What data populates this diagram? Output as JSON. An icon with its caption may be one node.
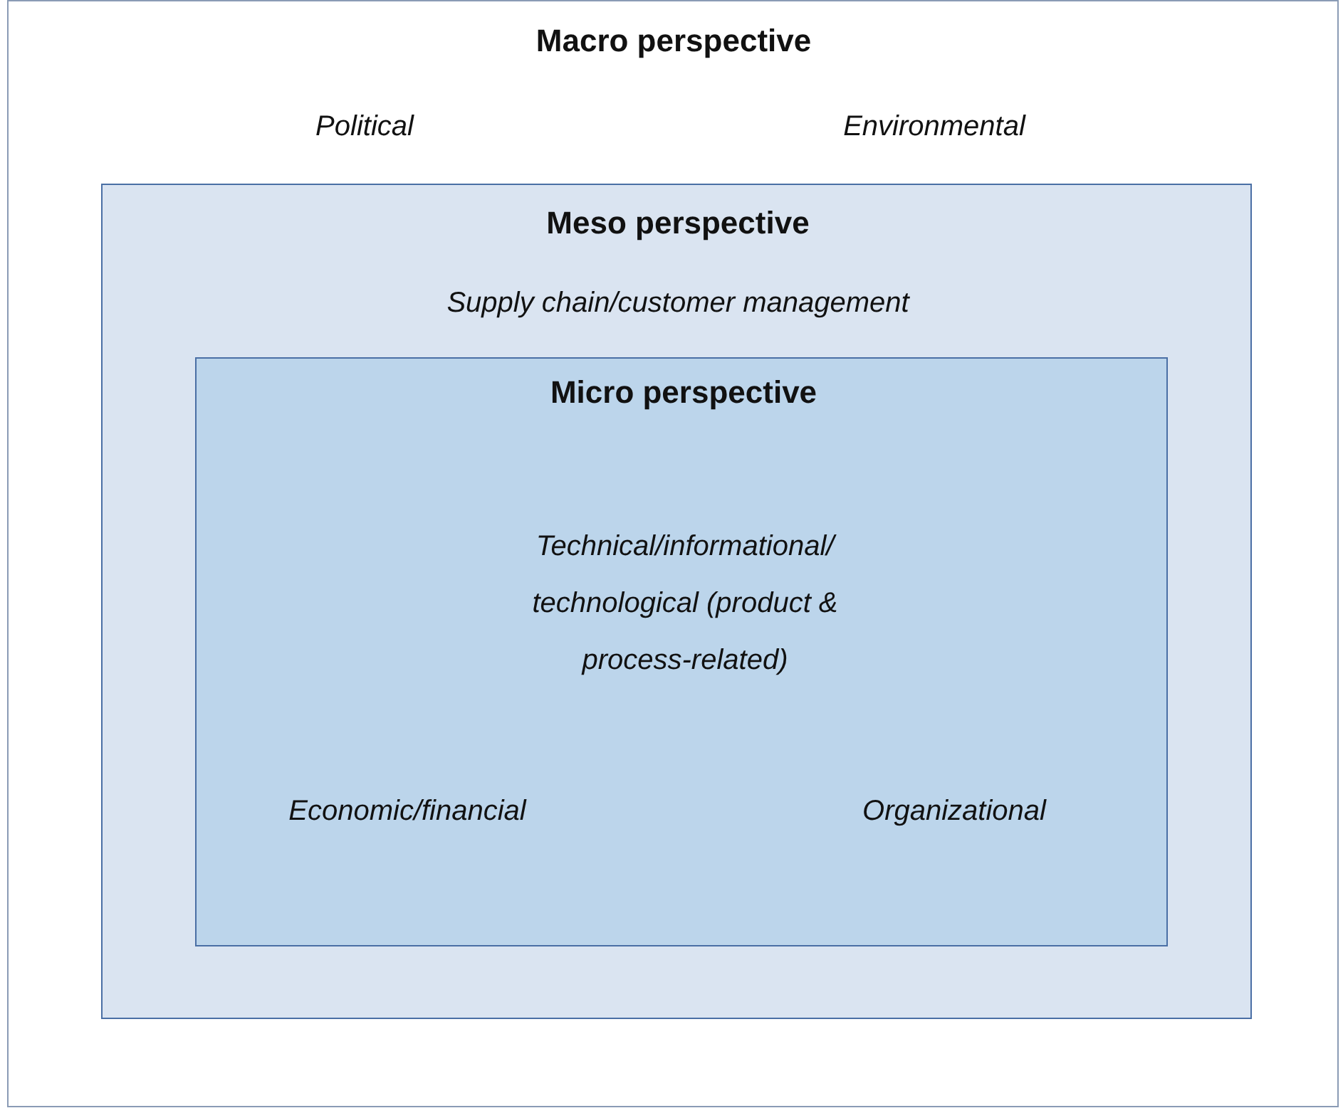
{
  "diagram": {
    "nodes": [
      {
        "text": [
          "Macro perspective",
          "Political",
          "Environmental"
        ]
      },
      {
        "text": [
          "Meso perspective",
          "Supply chain/customer management"
        ],
        "in": 0
      },
      {
        "text": [
          "Micro perspective",
          "Technical/informational/ technological (product & process-related)",
          "Economic/financial",
          "Organizational"
        ],
        "in": 1
      }
    ]
  }
}
